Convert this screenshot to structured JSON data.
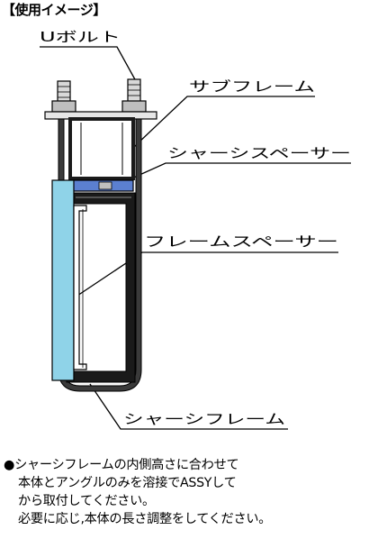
{
  "title": "【使用イメージ】",
  "labels": {
    "u_bolt": "Uボルト",
    "sub_frame": "サブフレーム",
    "chassis_spacer": "シャーシスペーサー",
    "frame_spacer": "フレームスペーサー",
    "chassis_frame": "シャーシフレーム"
  },
  "notes": {
    "line1": "●シャーシフレームの内側高さに合わせて",
    "line2": "本体とアングルのみを溶接でASSYして",
    "line3": "から取付してください。",
    "line4": "必要に応じ,本体の長さ調整をしてください。"
  },
  "colors": {
    "spacer_blue": "#8fd3e8",
    "chassis_spacer_blue": "#5b7fd0",
    "frame_black": "#1a1a1a",
    "bolt_gray": "#bfbfbf"
  }
}
